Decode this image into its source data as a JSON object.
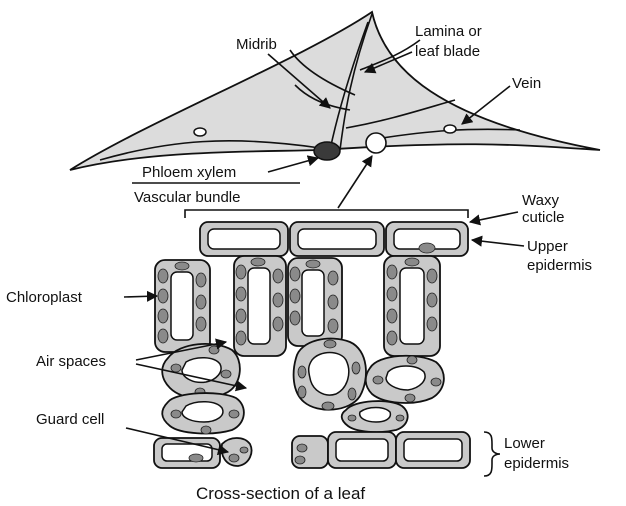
{
  "labels": {
    "midrib": "Midrib",
    "lamina_line1": "Lamina or",
    "lamina_line2": "leaf blade",
    "vein": "Vein",
    "phloem_xylem": "Phloem xylem",
    "vascular_bundle": "Vascular bundle",
    "waxy_line1": "Waxy",
    "waxy_line2": "cuticle",
    "upper_line1": "Upper",
    "upper_line2": "epidermis",
    "chloroplast": "Chloroplast",
    "air_spaces": "Air spaces",
    "guard_cell": "Guard cell",
    "lower_line1": "Lower",
    "lower_line2": "epidermis"
  },
  "caption": "Cross-section of a leaf",
  "colors": {
    "ink": "#111111",
    "leaf_fill": "#dcdcdc",
    "cell_wall": "#c9c9c9",
    "chloroplast": "#8a8a8a",
    "vascular_bundle": "#3a3a3a"
  }
}
